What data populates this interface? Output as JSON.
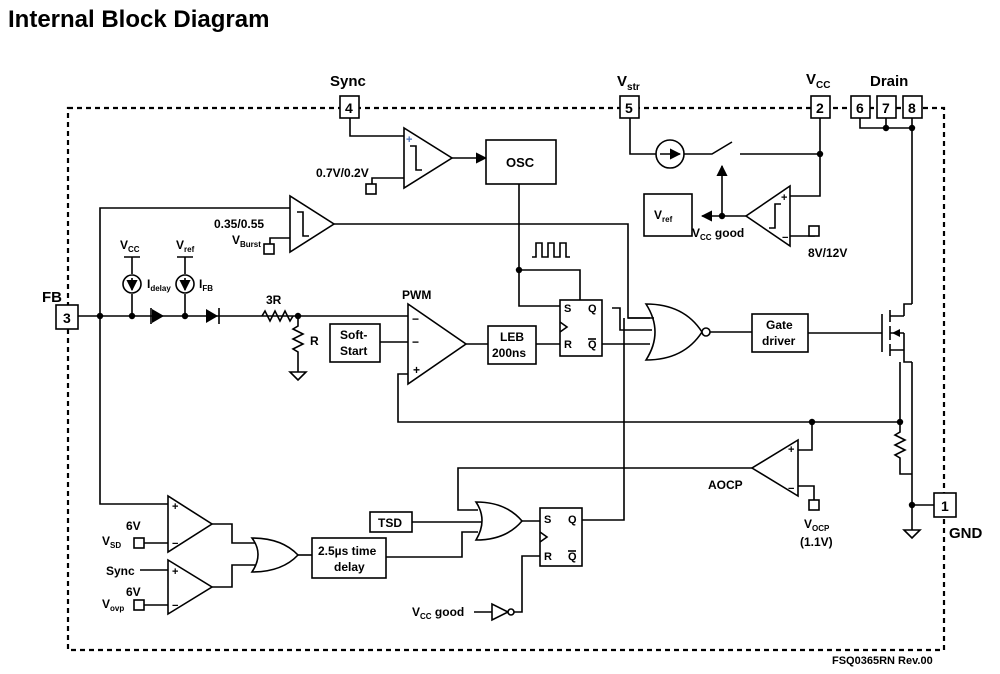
{
  "title": "Internal Block Diagram",
  "pins": {
    "sync": {
      "label": "Sync",
      "number": "4"
    },
    "vstr": {
      "label": "V",
      "sub": "str",
      "number": "5"
    },
    "vcc": {
      "label": "V",
      "sub": "CC",
      "number": "2"
    },
    "drain": {
      "label": "Drain",
      "numbers": [
        "6",
        "7",
        "8"
      ]
    },
    "fb": {
      "label": "FB",
      "number": "3"
    },
    "gnd": {
      "label": "GND",
      "number": "1"
    }
  },
  "blocks": {
    "osc": "OSC",
    "soft_start": [
      "Soft-",
      "Start"
    ],
    "leb": [
      "LEB",
      "200ns"
    ],
    "gate_driver": [
      "Gate",
      "driver"
    ],
    "tsd": "TSD",
    "delay": [
      "2.5µs time",
      "delay"
    ],
    "vref_box": {
      "main": "V",
      "sub": "ref"
    }
  },
  "labels": {
    "sync_thresh": "0.7V/0.2V",
    "burst_thresh": "0.35/0.55",
    "vburst": {
      "main": "V",
      "sub": "Burst"
    },
    "vcc_src": {
      "main": "V",
      "sub": "CC"
    },
    "vref_src": {
      "main": "V",
      "sub": "ref"
    },
    "idelay": {
      "main": "I",
      "sub": "delay"
    },
    "ifb": {
      "main": "I",
      "sub": "FB"
    },
    "r3": "3R",
    "r": "R",
    "pwm": "PWM",
    "vcc_good": {
      "main": "V",
      "sub": "CC",
      "tail": " good"
    },
    "uvlo": "8V/12V",
    "aocp": "AOCP",
    "vocp": {
      "main": "V",
      "sub": "OCP"
    },
    "vocp_val": "(1.1V)",
    "sd_volt": "6V",
    "vsd": {
      "main": "V",
      "sub": "SD"
    },
    "ovp_sync": "Sync",
    "ovp_volt": "6V",
    "vovp": {
      "main": "V",
      "sub": "ovp"
    },
    "vcc_good_bottom": {
      "main": "V",
      "sub": "CC",
      "tail": " good"
    },
    "ff_s": "S",
    "ff_r": "R",
    "ff_q": "Q",
    "ff_qbar": "Q",
    "plus": "+",
    "minus": "−"
  },
  "revision": "FSQ0365RN Rev.00"
}
